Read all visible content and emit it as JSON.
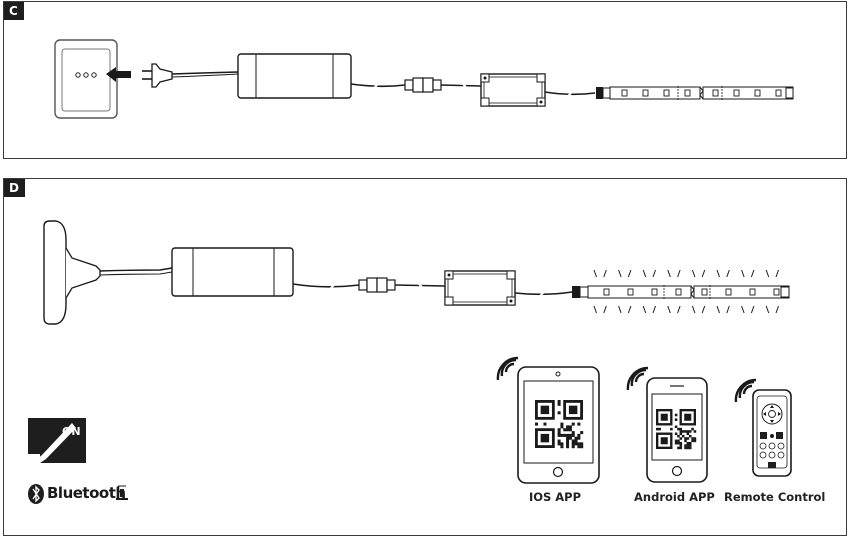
{
  "panels": {
    "c": {
      "label": "C"
    },
    "d": {
      "label": "D"
    }
  },
  "icons": {
    "wall_socket": "wall-socket-icon",
    "plug": "power-plug-icon",
    "adapter": "power-adapter-icon",
    "connector": "connector-icon",
    "controller": "controller-box-icon",
    "led_strip": "led-strip-icon",
    "switch": "power-switch-icon",
    "bluetooth": "bluetooth-icon",
    "wifi": "wireless-signal-icon",
    "qr": "qr-code-icon",
    "remote": "remote-control-icon"
  },
  "switch": {
    "label": "ON"
  },
  "bluetooth": {
    "label": "Bluetooth"
  },
  "devices": [
    {
      "caption": "IOS APP"
    },
    {
      "caption": "Android APP"
    },
    {
      "caption": "Remote Control"
    }
  ],
  "colors": {
    "line": "#1a1a1a",
    "fill": "#ffffff",
    "panel_border": "#3a3a3a"
  }
}
